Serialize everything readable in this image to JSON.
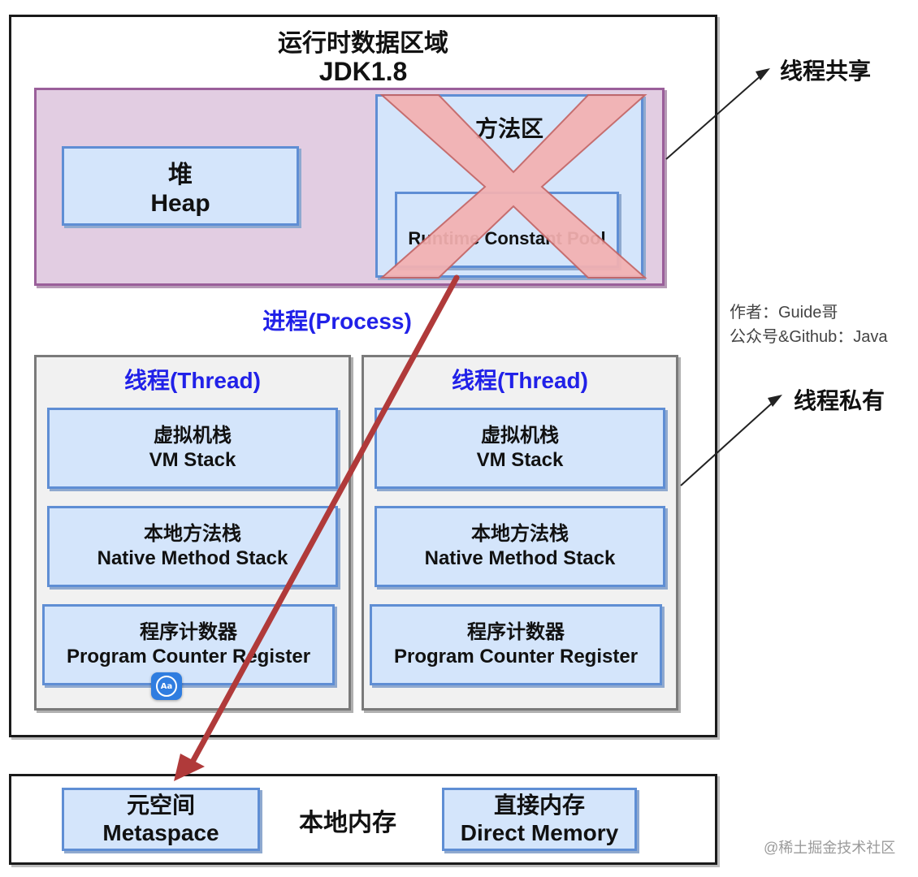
{
  "runtime_area": {
    "title_cn": "运行时数据区域",
    "title_version": "JDK1.8"
  },
  "heap": {
    "label_cn": "堆",
    "label_en": "Heap"
  },
  "method_area": {
    "label_cn": "方法区",
    "constant_pool_label": "Runtime Constant Pool"
  },
  "process_label": "进程(Process)",
  "threads": [
    {
      "title": "线程(Thread)",
      "vm_stack": {
        "cn": "虚拟机栈",
        "en": "VM Stack"
      },
      "native_stack": {
        "cn": "本地方法栈",
        "en": "Native Method Stack"
      },
      "pc_register": {
        "cn": "程序计数器",
        "en": "Program Counter Register"
      }
    },
    {
      "title": "线程(Thread)",
      "vm_stack": {
        "cn": "虚拟机栈",
        "en": "VM Stack"
      },
      "native_stack": {
        "cn": "本地方法栈",
        "en": "Native Method Stack"
      },
      "pc_register": {
        "cn": "程序计数器",
        "en": "Program Counter Register"
      }
    }
  ],
  "annotations": {
    "thread_shared": "线程共享",
    "thread_private": "线程私有",
    "author_line": "作者：Guide哥",
    "account_line": "公众号&Github：Java"
  },
  "native_memory": {
    "label": "本地内存",
    "metaspace": {
      "cn": "元空间",
      "en": "Metaspace"
    },
    "direct_memory": {
      "cn": "直接内存",
      "en": "Direct Memory"
    }
  },
  "watermark": "@稀土掘金技术社区",
  "colors": {
    "shared_fill": "#e2cde2",
    "blue_fill": "#d4e5fb",
    "cross": "#f2a5a5",
    "arrow": "#b03a3a",
    "process_text": "#2121e8"
  },
  "icons": {
    "translate_badge": "translate-icon"
  }
}
